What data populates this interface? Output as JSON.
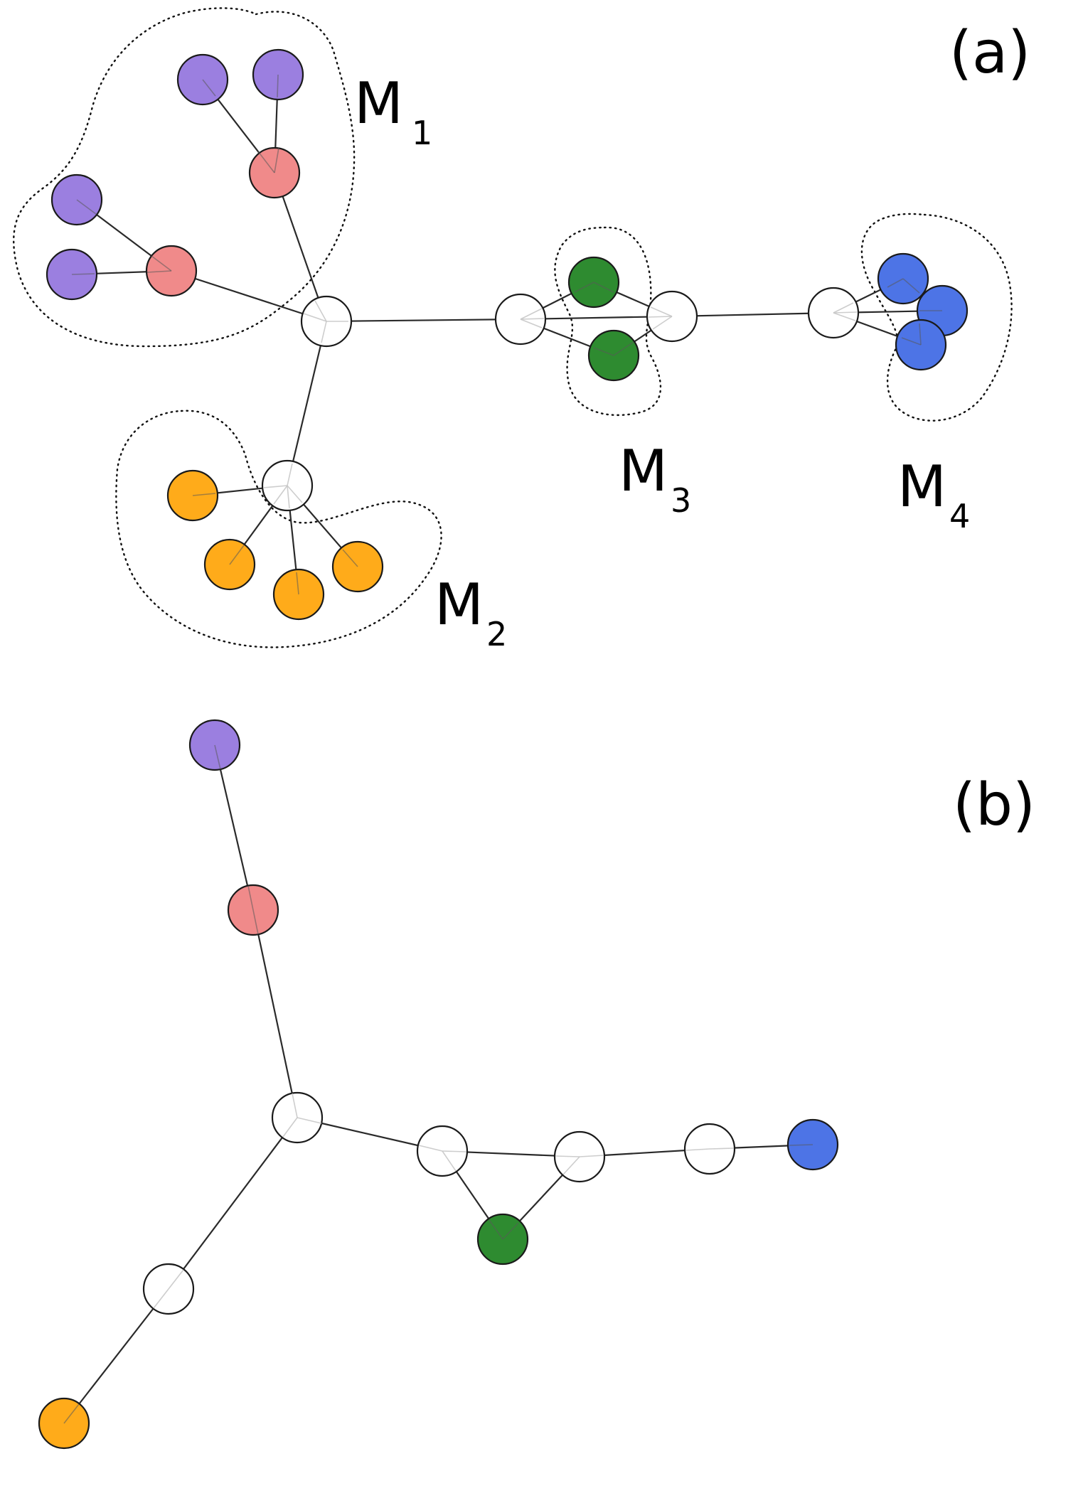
{
  "colors": {
    "purple": "#9b7fe0",
    "red": "#f08a8a",
    "orange": "#ffab1a",
    "green": "#2e8b30",
    "blue": "#4d74e6",
    "white": "#ffffff"
  },
  "panel_a": {
    "label": "(a)",
    "modules": [
      {
        "main": "M",
        "sub": "1"
      },
      {
        "main": "M",
        "sub": "2"
      },
      {
        "main": "M",
        "sub": "3"
      },
      {
        "main": "M",
        "sub": "4"
      }
    ]
  },
  "panel_b": {
    "label": "(b)"
  }
}
